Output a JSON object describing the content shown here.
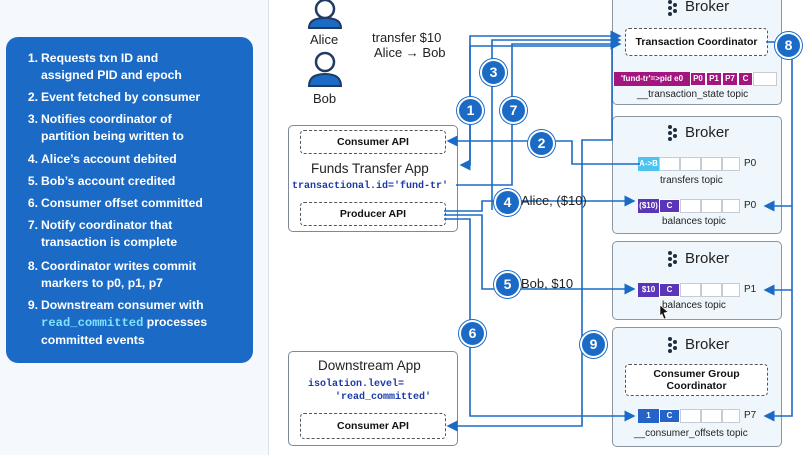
{
  "steps": [
    {
      "num": "1.",
      "line1": "Requests txn ID and",
      "line2": "assigned PID and epoch"
    },
    {
      "num": "2.",
      "line1": "Event fetched by consumer"
    },
    {
      "num": "3.",
      "line1": "Notifies coordinator of",
      "line2": "partition being written to"
    },
    {
      "num": "4.",
      "line1": "Alice’s account debited"
    },
    {
      "num": "5.",
      "line1": "Bob’s account credited"
    },
    {
      "num": "6.",
      "line1": "Consumer offset committed"
    },
    {
      "num": "7.",
      "line1": "Notify coordinator that",
      "line2": "transaction is complete"
    },
    {
      "num": "8.",
      "line1": "Coordinator writes commit",
      "line2": "markers to p0, p1, p7"
    },
    {
      "num": "9.",
      "line1": "Downstream consumer with",
      "code": "read_committed",
      "rest": " processes",
      "line3": "committed events"
    }
  ],
  "people": {
    "alice": "Alice",
    "bob": "Bob",
    "transfer_line1": "transfer $10",
    "transfer_line2": "Alice → Bob"
  },
  "funds_app": {
    "title": "Funds Transfer App",
    "consumer_api": "Consumer API",
    "producer_api": "Producer API",
    "txn_id": "transactional.id='fund-tr'"
  },
  "downstream_app": {
    "title": "Downstream App",
    "iso_line1": "isolation.level=",
    "iso_line2": "'read_committed'",
    "consumer_api": "Consumer API"
  },
  "brokers": [
    {
      "label": "Broker",
      "inner_box": "Transaction Coordinator",
      "cells": [
        "'fund-tr'=>pid e0",
        "P0",
        "P1",
        "P7",
        "C"
      ],
      "topic": "__transaction_state topic"
    },
    {
      "label": "Broker",
      "cells": [
        "A->B"
      ],
      "partition": "P0",
      "topic": "transfers topic"
    },
    {
      "label": "Broker",
      "cells": [
        "($10)",
        "C"
      ],
      "partition": "P0",
      "topic": "balances topic"
    },
    {
      "label": "Broker",
      "cells": [
        "$10",
        "C"
      ],
      "partition": "P1",
      "topic": "balances topic"
    },
    {
      "label": "Broker",
      "inner_box_line1": "Consumer Group",
      "inner_box_line2": "Coordinator",
      "cells": [
        "1",
        "C"
      ],
      "partition": "P7",
      "topic": "__consumer_offsets topic"
    }
  ],
  "flow_labels": {
    "alice_debit": "Alice, ($10)",
    "bob_credit": "Bob, $10"
  },
  "markers": [
    "1",
    "2",
    "3",
    "4",
    "5",
    "6",
    "7",
    "8",
    "9"
  ],
  "colors": {
    "primary": "#1b6bc6",
    "magenta": "#a3157f",
    "cyan": "#4cc3ee",
    "purple": "#5b35b8",
    "cell_blue": "#2563c9"
  }
}
